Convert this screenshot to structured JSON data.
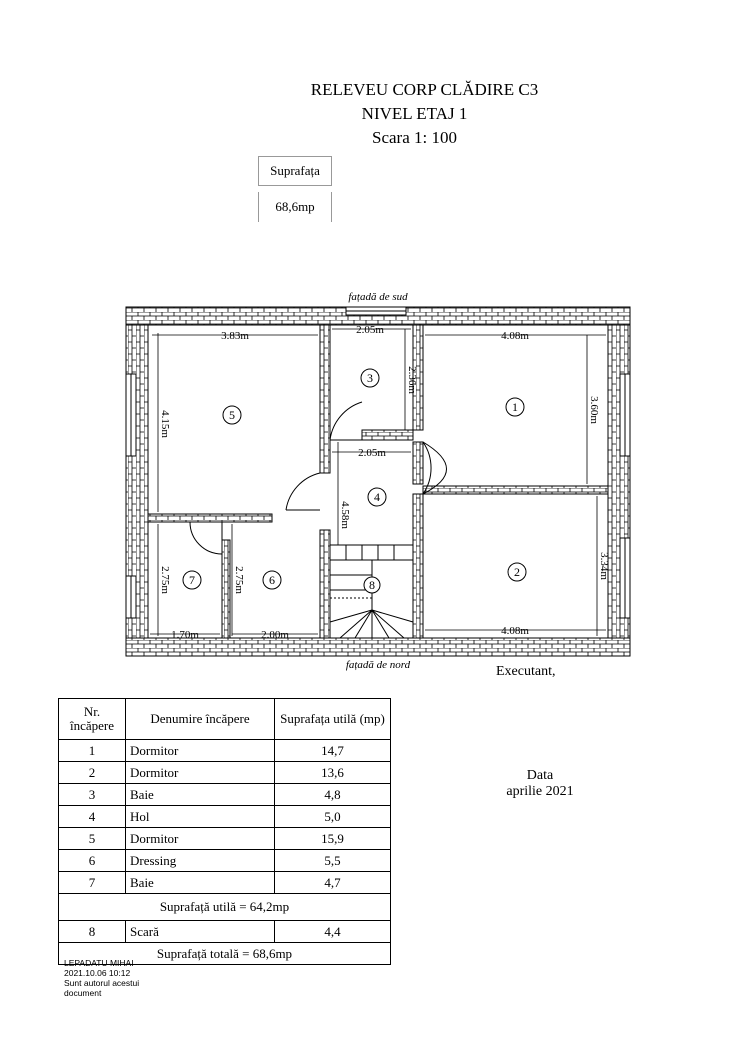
{
  "header": {
    "title": "RELEVEU CORP CLĂDIRE C3",
    "level": "NIVEL ETAJ 1",
    "scale": "Scara 1: 100",
    "area_label": "Suprafața",
    "area_value": "68,6mp"
  },
  "plan": {
    "facade_south": "fațadă de sud",
    "facade_north": "fațadă de nord",
    "dimensions": {
      "r5_width": "3.83m",
      "r5_height": "4.15m",
      "r3_width": "2.05m",
      "r3_height": "2.36m",
      "r1_width": "4.08m",
      "r1_height": "3.60m",
      "hall_width": "2.05m",
      "hall_height": "4.58m",
      "r2_height": "3.34m",
      "r2_width": "4.08m",
      "r7_height": "2.75m",
      "r6_height": "2.75m",
      "r7_width": "1.70m",
      "r6_width": "2.00m"
    },
    "room_numbers": [
      "1",
      "2",
      "3",
      "4",
      "5",
      "6",
      "7",
      "8"
    ]
  },
  "executant": "Executant,",
  "date_label": "Data",
  "date_value": "aprilie 2021",
  "table": {
    "headers": [
      "Nr. încăpere",
      "Denumire încăpere",
      "Suprafața utilă (mp)"
    ],
    "rows": [
      {
        "nr": "1",
        "name": "Dormitor",
        "area": "14,7"
      },
      {
        "nr": "2",
        "name": "Dormitor",
        "area": "13,6"
      },
      {
        "nr": "3",
        "name": "Baie",
        "area": "4,8"
      },
      {
        "nr": "4",
        "name": "Hol",
        "area": "5,0"
      },
      {
        "nr": "5",
        "name": "Dormitor",
        "area": "15,9"
      },
      {
        "nr": "6",
        "name": "Dressing",
        "area": "5,5"
      },
      {
        "nr": "7",
        "name": "Baie",
        "area": "4,7"
      }
    ],
    "useful_total": "Suprafață utilă = 64,2mp",
    "stair_row": {
      "nr": "8",
      "name": "Scară",
      "area": "4,4"
    },
    "grand_total": "Suprafață totală = 68,6mp"
  },
  "signature": {
    "name": "LEPADATU MIHAI",
    "datetime": "2021.10.06 10:12",
    "line1": "Sunt autorul acestui",
    "line2": "document"
  }
}
